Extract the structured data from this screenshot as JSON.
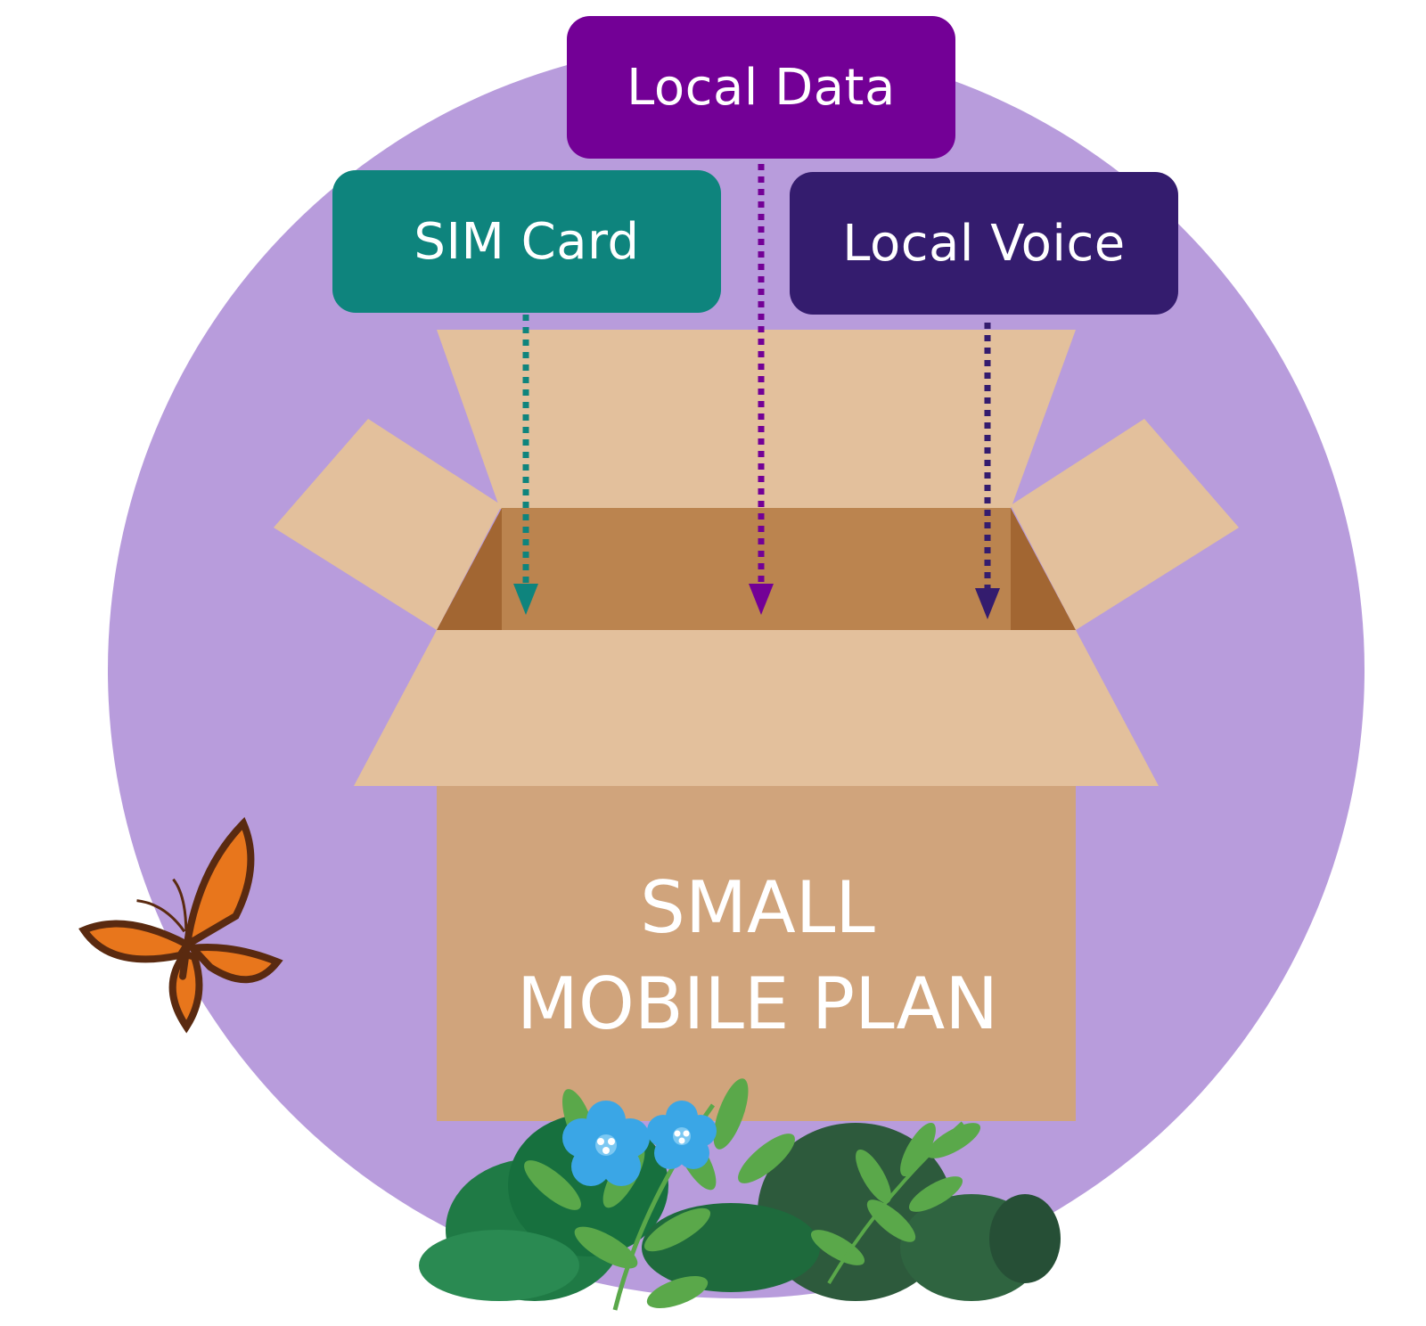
{
  "labels": {
    "local_data": "Local Data",
    "sim_card": "SIM Card",
    "local_voice": "Local Voice"
  },
  "box": {
    "line1": "SMALL",
    "line2": "MOBILE PLAN"
  },
  "colors": {
    "background_circle": "#b89cdc",
    "local_data": "#730096",
    "sim_card": "#0e847d",
    "local_voice": "#341c6e",
    "box_flap_light": "#e3c09c",
    "box_inside": "#bb844f",
    "box_inside_side": "#a26632",
    "box_front": "#d0a47c",
    "butterfly_orange": "#e8761c",
    "flower_blue": "#3aa6e6",
    "leaf_green": "#5aa84a",
    "bush_dark": "#2d5a3c"
  },
  "icons": [
    "butterfly-icon",
    "flower-icon",
    "plant-icon",
    "arrow-down-icon"
  ]
}
